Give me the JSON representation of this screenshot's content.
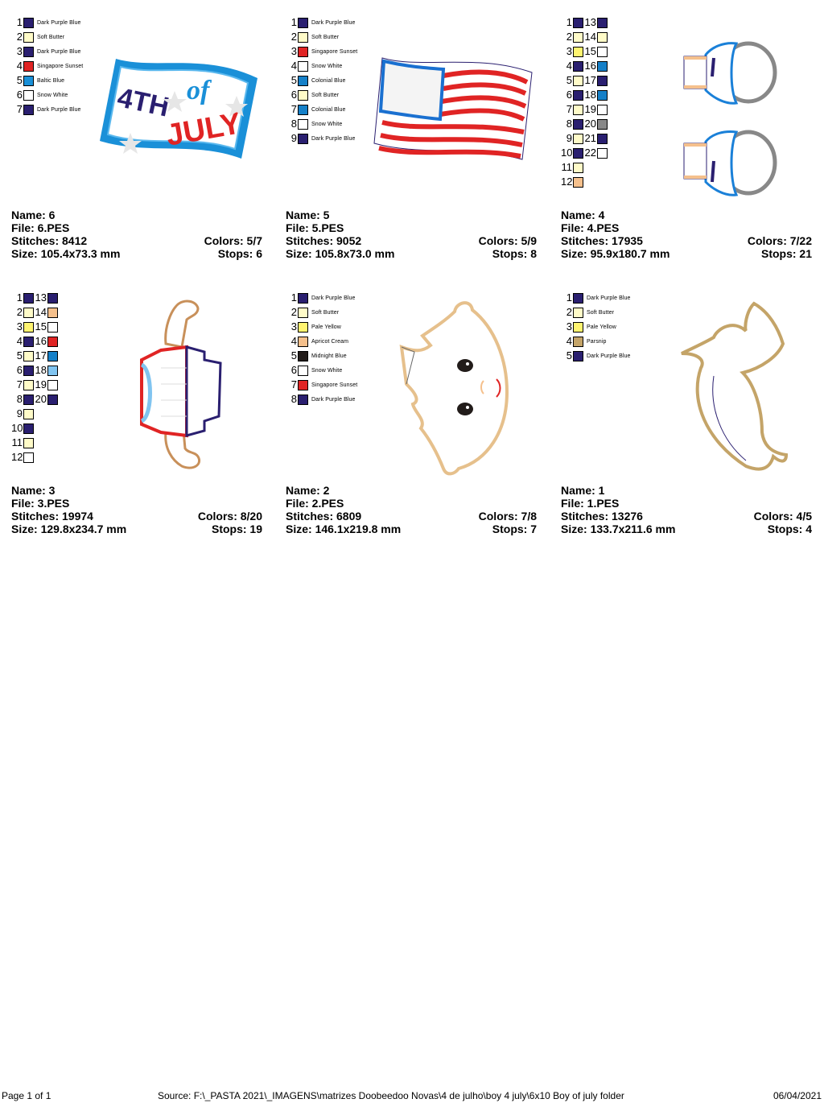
{
  "palette": {
    "Dark Purple Blue": "#2a1f70",
    "Soft Butter": "#fffbc8",
    "Singapore Sunset": "#e02424",
    "Baltic Blue": "#1a90d8",
    "Snow White": "#ffffff",
    "Colonial Blue": "#1580c8",
    "Pale Yellow": "#fff470",
    "Apricot Cream": "#f5c08c",
    "Midnight Blue": "#221c1a",
    "Parsnip": "#c4a468",
    "Gray": "#888888",
    "Sky Blue": "#80c4f0"
  },
  "designs": [
    {
      "name_label": "Name: 6",
      "file_label": "File: 6.PES",
      "stitches_label": "Stitches: 8412",
      "colors_label": "Colors: 5/7",
      "size_label": "Size: 105.4x73.3 mm",
      "stops_label": "Stops: 6",
      "art": "4th-of-july-flag-patch",
      "show_names": true,
      "swatches": [
        {
          "n": "1",
          "name": "Dark Purple Blue"
        },
        {
          "n": "2",
          "name": "Soft Butter"
        },
        {
          "n": "3",
          "name": "Dark Purple Blue"
        },
        {
          "n": "4",
          "name": "Singapore Sunset"
        },
        {
          "n": "5",
          "name": "Baltic Blue"
        },
        {
          "n": "6",
          "name": "Snow White"
        },
        {
          "n": "7",
          "name": "Dark Purple Blue"
        }
      ],
      "art_text": {
        "line1": "4TH",
        "line2": "of",
        "line3": "JULY"
      }
    },
    {
      "name_label": "Name: 5",
      "file_label": "File: 5.PES",
      "stitches_label": "Stitches: 9052",
      "colors_label": "Colors: 5/9",
      "size_label": "Size: 105.8x73.0 mm",
      "stops_label": "Stops: 8",
      "art": "american-flag",
      "show_names": true,
      "swatches": [
        {
          "n": "1",
          "name": "Dark Purple Blue"
        },
        {
          "n": "2",
          "name": "Soft Butter"
        },
        {
          "n": "3",
          "name": "Singapore Sunset"
        },
        {
          "n": "4",
          "name": "Snow White"
        },
        {
          "n": "5",
          "name": "Colonial Blue"
        },
        {
          "n": "6",
          "name": "Soft Butter"
        },
        {
          "n": "7",
          "name": "Colonial Blue"
        },
        {
          "n": "8",
          "name": "Snow White"
        },
        {
          "n": "9",
          "name": "Dark Purple Blue"
        }
      ]
    },
    {
      "name_label": "Name: 4",
      "file_label": "File: 4.PES",
      "stitches_label": "Stitches: 17935",
      "colors_label": "Colors: 7/22",
      "size_label": "Size: 95.9x180.7 mm",
      "stops_label": "Stops: 21",
      "art": "sneakers",
      "show_names": false,
      "swatches": [
        {
          "n": "1",
          "name": "Dark Purple Blue"
        },
        {
          "n": "2",
          "name": "Soft Butter"
        },
        {
          "n": "3",
          "name": "Pale Yellow"
        },
        {
          "n": "4",
          "name": "Dark Purple Blue"
        },
        {
          "n": "5",
          "name": "Soft Butter"
        },
        {
          "n": "6",
          "name": "Dark Purple Blue"
        },
        {
          "n": "7",
          "name": "Soft Butter"
        },
        {
          "n": "8",
          "name": "Dark Purple Blue"
        },
        {
          "n": "9",
          "name": "Soft Butter"
        },
        {
          "n": "10",
          "name": "Dark Purple Blue"
        },
        {
          "n": "11",
          "name": "Soft Butter"
        },
        {
          "n": "12",
          "name": "Apricot Cream"
        },
        {
          "n": "13",
          "name": "Dark Purple Blue"
        },
        {
          "n": "14",
          "name": "Soft Butter"
        },
        {
          "n": "15",
          "name": "Snow White"
        },
        {
          "n": "16",
          "name": "Colonial Blue"
        },
        {
          "n": "17",
          "name": "Dark Purple Blue"
        },
        {
          "n": "18",
          "name": "Colonial Blue"
        },
        {
          "n": "19",
          "name": "Snow White"
        },
        {
          "n": "20",
          "name": "Gray"
        },
        {
          "n": "21",
          "name": "Dark Purple Blue"
        },
        {
          "n": "22",
          "name": "Snow White"
        }
      ]
    },
    {
      "name_label": "Name: 3",
      "file_label": "File: 3.PES",
      "stitches_label": "Stitches: 19974",
      "colors_label": "Colors: 8/20",
      "size_label": "Size: 129.8x234.7 mm",
      "stops_label": "Stops: 19",
      "art": "boy-shirt-arms",
      "show_names": false,
      "swatches": [
        {
          "n": "1",
          "name": "Dark Purple Blue"
        },
        {
          "n": "2",
          "name": "Soft Butter"
        },
        {
          "n": "3",
          "name": "Pale Yellow"
        },
        {
          "n": "4",
          "name": "Dark Purple Blue"
        },
        {
          "n": "5",
          "name": "Soft Butter"
        },
        {
          "n": "6",
          "name": "Dark Purple Blue"
        },
        {
          "n": "7",
          "name": "Soft Butter"
        },
        {
          "n": "8",
          "name": "Dark Purple Blue"
        },
        {
          "n": "9",
          "name": "Soft Butter"
        },
        {
          "n": "10",
          "name": "Dark Purple Blue"
        },
        {
          "n": "11",
          "name": "Soft Butter"
        },
        {
          "n": "12",
          "name": "Snow White"
        },
        {
          "n": "13",
          "name": "Dark Purple Blue"
        },
        {
          "n": "14",
          "name": "Apricot Cream"
        },
        {
          "n": "15",
          "name": "Snow White"
        },
        {
          "n": "16",
          "name": "Singapore Sunset"
        },
        {
          "n": "17",
          "name": "Colonial Blue"
        },
        {
          "n": "18",
          "name": "Sky Blue"
        },
        {
          "n": "19",
          "name": "Snow White"
        },
        {
          "n": "20",
          "name": "Dark Purple Blue"
        }
      ]
    },
    {
      "name_label": "Name: 2",
      "file_label": "File: 2.PES",
      "stitches_label": "Stitches: 6809",
      "colors_label": "Colors: 7/8",
      "size_label": "Size: 146.1x219.8 mm",
      "stops_label": "Stops: 7",
      "art": "face",
      "show_names": true,
      "swatches": [
        {
          "n": "1",
          "name": "Dark Purple Blue"
        },
        {
          "n": "2",
          "name": "Soft Butter"
        },
        {
          "n": "3",
          "name": "Pale Yellow"
        },
        {
          "n": "4",
          "name": "Apricot Cream"
        },
        {
          "n": "5",
          "name": "Midnight Blue"
        },
        {
          "n": "6",
          "name": "Snow White"
        },
        {
          "n": "7",
          "name": "Singapore Sunset"
        },
        {
          "n": "8",
          "name": "Dark Purple Blue"
        }
      ]
    },
    {
      "name_label": "Name: 1",
      "file_label": "File: 1.PES",
      "stitches_label": "Stitches: 13276",
      "colors_label": "Colors: 4/5",
      "size_label": "Size: 133.7x211.6 mm",
      "stops_label": "Stops: 4",
      "art": "hair",
      "show_names": true,
      "swatches": [
        {
          "n": "1",
          "name": "Dark Purple Blue"
        },
        {
          "n": "2",
          "name": "Soft Butter"
        },
        {
          "n": "3",
          "name": "Pale Yellow"
        },
        {
          "n": "4",
          "name": "Parsnip"
        },
        {
          "n": "5",
          "name": "Dark Purple Blue"
        }
      ]
    }
  ],
  "footer": {
    "page": "Page 1 of 1",
    "source": "Source: F:\\_PASTA 2021\\_IMAGENS\\matrizes Doobeedoo Novas\\4 de julho\\boy 4 july\\6x10 Boy of july folder",
    "date": "06/04/2021"
  }
}
